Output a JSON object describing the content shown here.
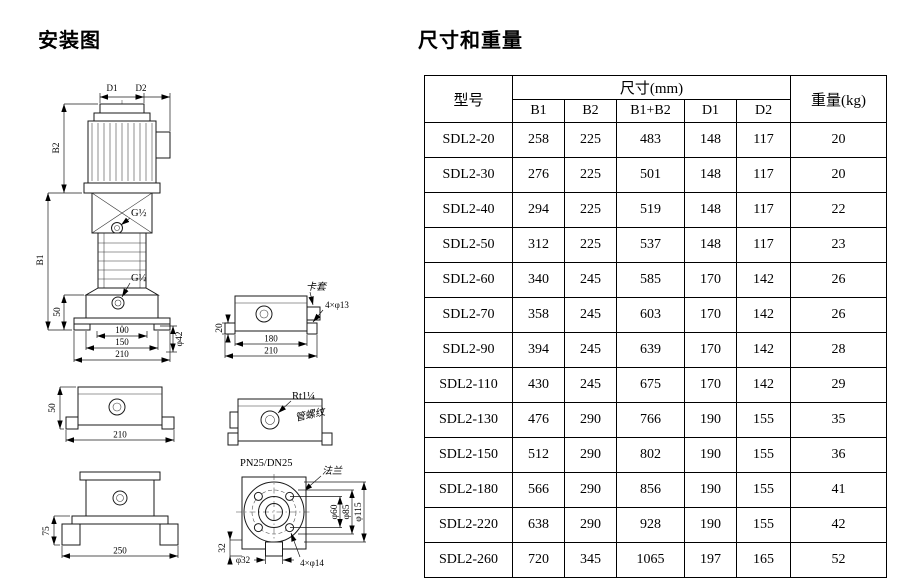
{
  "titles": {
    "installation": "安装图",
    "dimensions": "尺寸和重量"
  },
  "table": {
    "header": {
      "model": "型号",
      "dims_group": "尺寸(mm)",
      "weight": "重量(kg)",
      "cols": [
        "B1",
        "B2",
        "B1+B2",
        "D1",
        "D2"
      ]
    },
    "rows": [
      [
        "SDL2-20",
        "258",
        "225",
        "483",
        "148",
        "117",
        "20"
      ],
      [
        "SDL2-30",
        "276",
        "225",
        "501",
        "148",
        "117",
        "20"
      ],
      [
        "SDL2-40",
        "294",
        "225",
        "519",
        "148",
        "117",
        "22"
      ],
      [
        "SDL2-50",
        "312",
        "225",
        "537",
        "148",
        "117",
        "23"
      ],
      [
        "SDL2-60",
        "340",
        "245",
        "585",
        "170",
        "142",
        "26"
      ],
      [
        "SDL2-70",
        "358",
        "245",
        "603",
        "170",
        "142",
        "26"
      ],
      [
        "SDL2-90",
        "394",
        "245",
        "639",
        "170",
        "142",
        "28"
      ],
      [
        "SDL2-110",
        "430",
        "245",
        "675",
        "170",
        "142",
        "29"
      ],
      [
        "SDL2-130",
        "476",
        "290",
        "766",
        "190",
        "155",
        "35"
      ],
      [
        "SDL2-150",
        "512",
        "290",
        "802",
        "190",
        "155",
        "36"
      ],
      [
        "SDL2-180",
        "566",
        "290",
        "856",
        "190",
        "155",
        "41"
      ],
      [
        "SDL2-220",
        "638",
        "290",
        "928",
        "190",
        "155",
        "42"
      ],
      [
        "SDL2-260",
        "720",
        "345",
        "1065",
        "197",
        "165",
        "52"
      ]
    ]
  },
  "drawing": {
    "d1": "D1",
    "d2": "D2",
    "b1": "B1",
    "b2": "B2",
    "g_half": "G½",
    "n20": "20",
    "n32": "32",
    "n50": "50",
    "n75": "75",
    "n100": "100",
    "n150": "150",
    "n180": "180",
    "n210": "210",
    "n250": "250",
    "dia42": "φ42",
    "dia32": "φ32",
    "dia60": "φ60",
    "dia85": "φ85",
    "dia115": "φ115",
    "holes13": "4×φ13",
    "holes14": "4×φ14",
    "ferrule": "卡套",
    "pipe_note": "管螺纹",
    "flange": "法兰",
    "r_thread": "Rt1¼",
    "flange_spec": "PN25/DN25"
  }
}
